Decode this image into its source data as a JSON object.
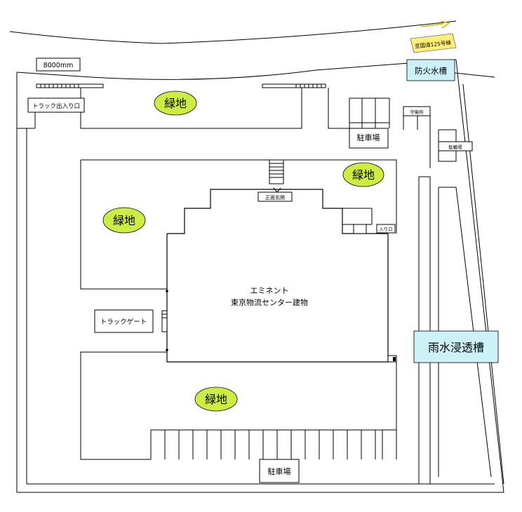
{
  "labels": {
    "width_dim": "8000mm",
    "truck_entrance": "トラック出入り口",
    "green_top": "緑地",
    "green_mid_right": "緑地",
    "green_left": "緑地",
    "green_bottom": "緑地",
    "parking_top": "駐車場",
    "guard_room": "守衛所",
    "bicycle_parking": "駐輪場",
    "main_entrance": "正面玄関",
    "entrance_small": "入り口",
    "building_line1": "エミネント",
    "building_line2": "東京物流センター建物",
    "truck_gate": "トラックゲート",
    "parking_bottom": "駐車場",
    "fire_tank": "防火水槽",
    "rain_tank": "雨水浸透槽",
    "road_sign": "至国道125号線"
  },
  "colors": {
    "green_oval": "#ccee44",
    "water_box": "#ccf2f7",
    "road_sign": "#ffee77",
    "line": "#000000"
  }
}
